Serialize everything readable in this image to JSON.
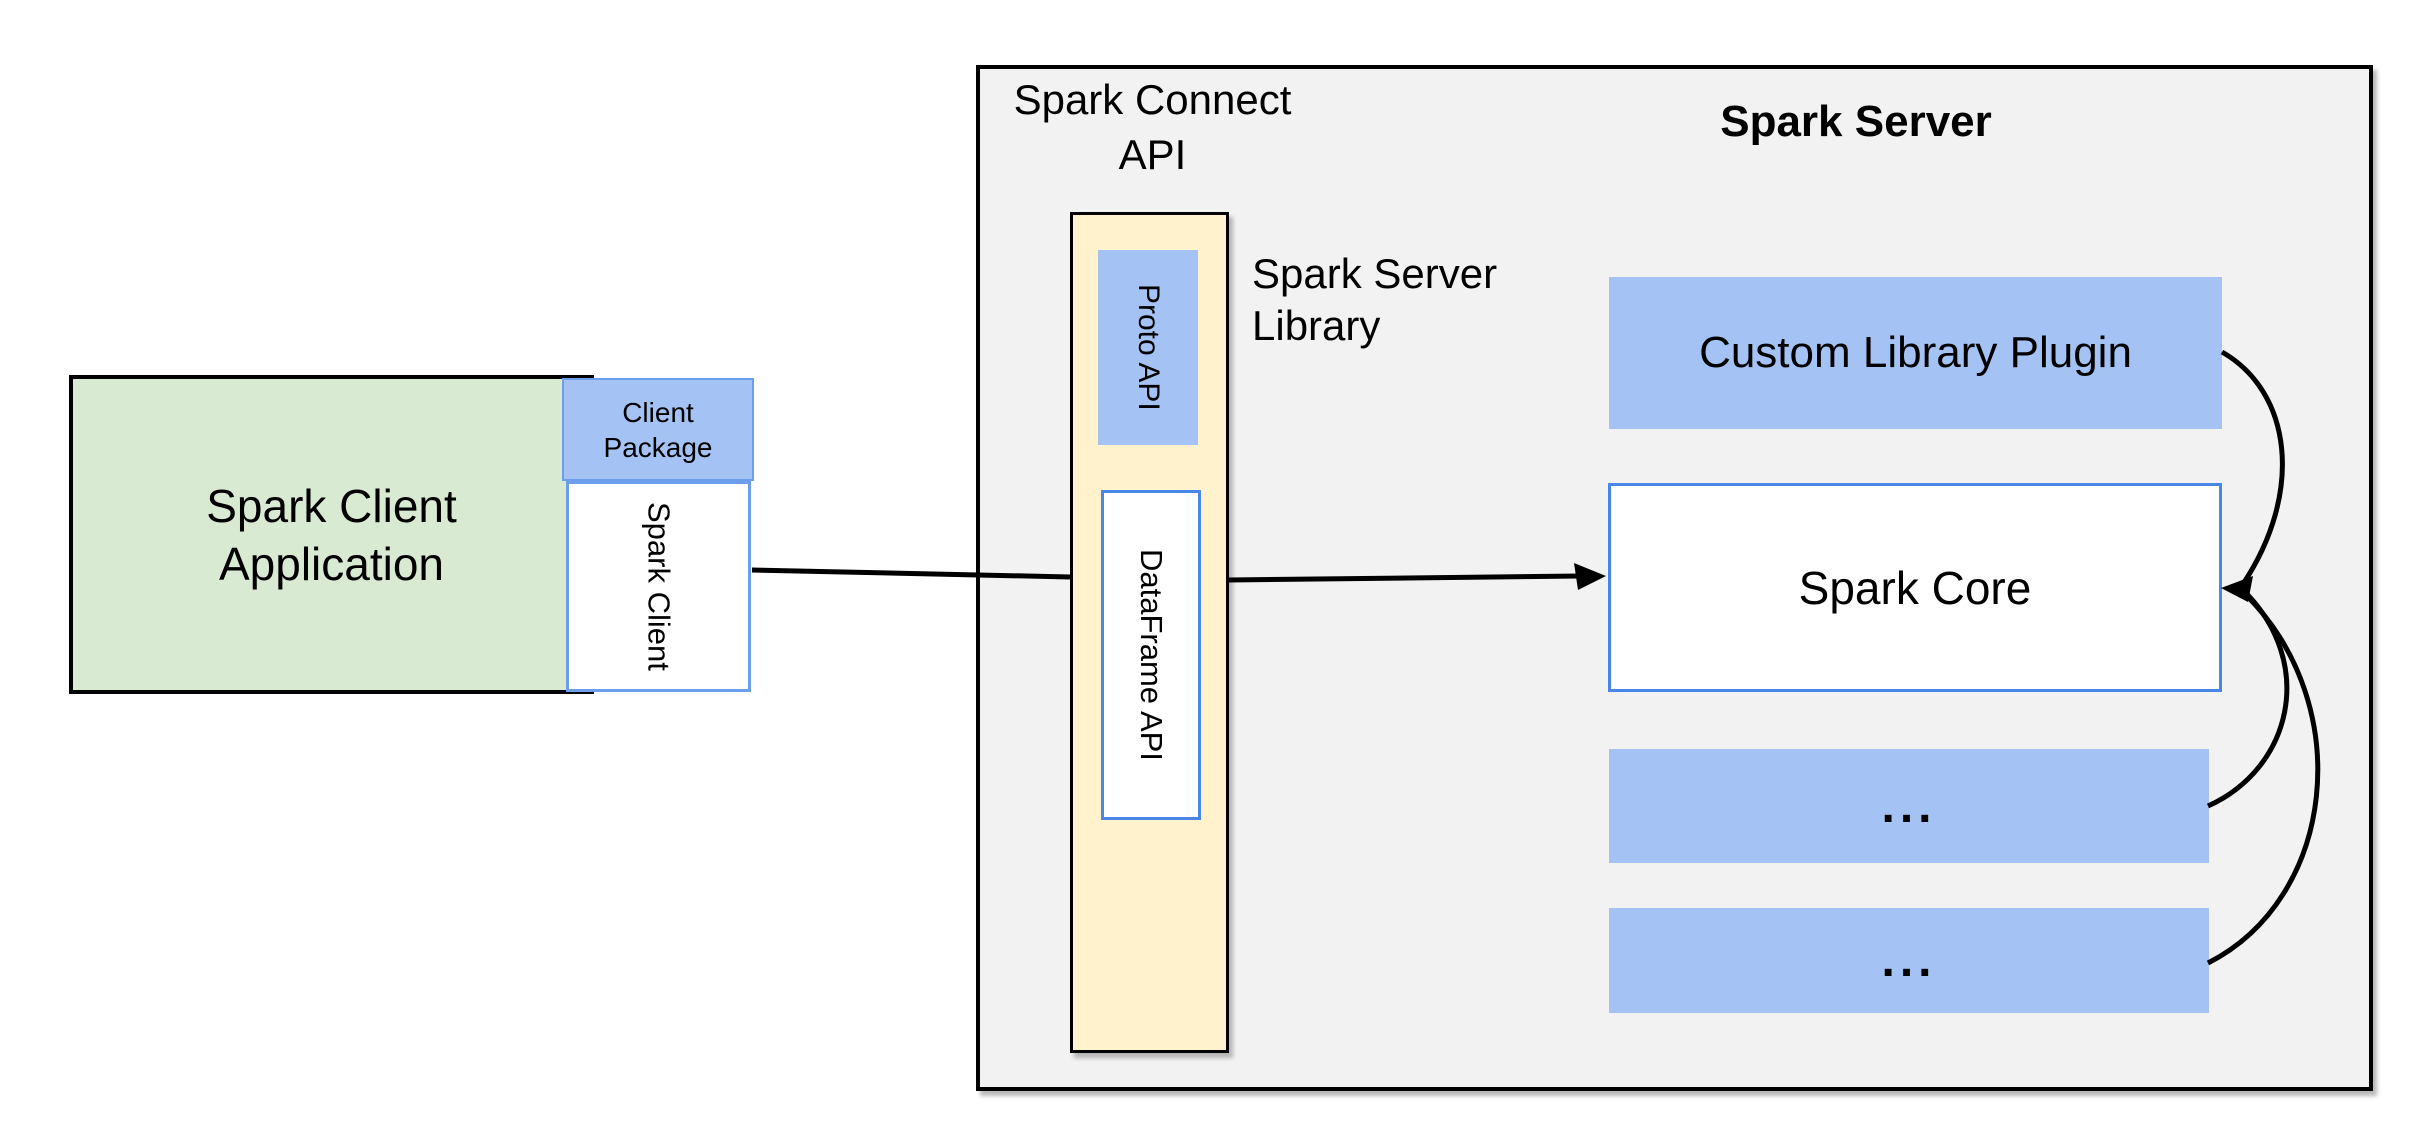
{
  "colors": {
    "background": "#ffffff",
    "panel-gray": "#f2f2f2",
    "panel-border": "#000000",
    "green-fill": "#d9ead3",
    "blue-fill": "#a4c2f4",
    "tan-fill": "#fff2cc",
    "blue-border": "#4a86e8",
    "client-blue-border": "#6d9eeb",
    "text": "#000000",
    "connector": "#000000"
  },
  "diagram": {
    "client_application": {
      "label": "Spark Client\nApplication"
    },
    "client_package": {
      "label": "Client\nPackage"
    },
    "spark_client": {
      "label": "Spark Client"
    },
    "spark_connect_api": {
      "label": "Spark Connect\nAPI"
    },
    "proto_api": {
      "label": "Proto API"
    },
    "dataframe_api": {
      "label": "DataFrame API"
    },
    "spark_server_library": {
      "label": "Spark Server\nLibrary"
    },
    "spark_server": {
      "title": "Spark Server"
    },
    "custom_library_plugin": {
      "label": "Custom Library Plugin"
    },
    "spark_core": {
      "label": "Spark Core"
    },
    "plugin_slot_1": {
      "label": "..."
    },
    "plugin_slot_2": {
      "label": "..."
    }
  }
}
